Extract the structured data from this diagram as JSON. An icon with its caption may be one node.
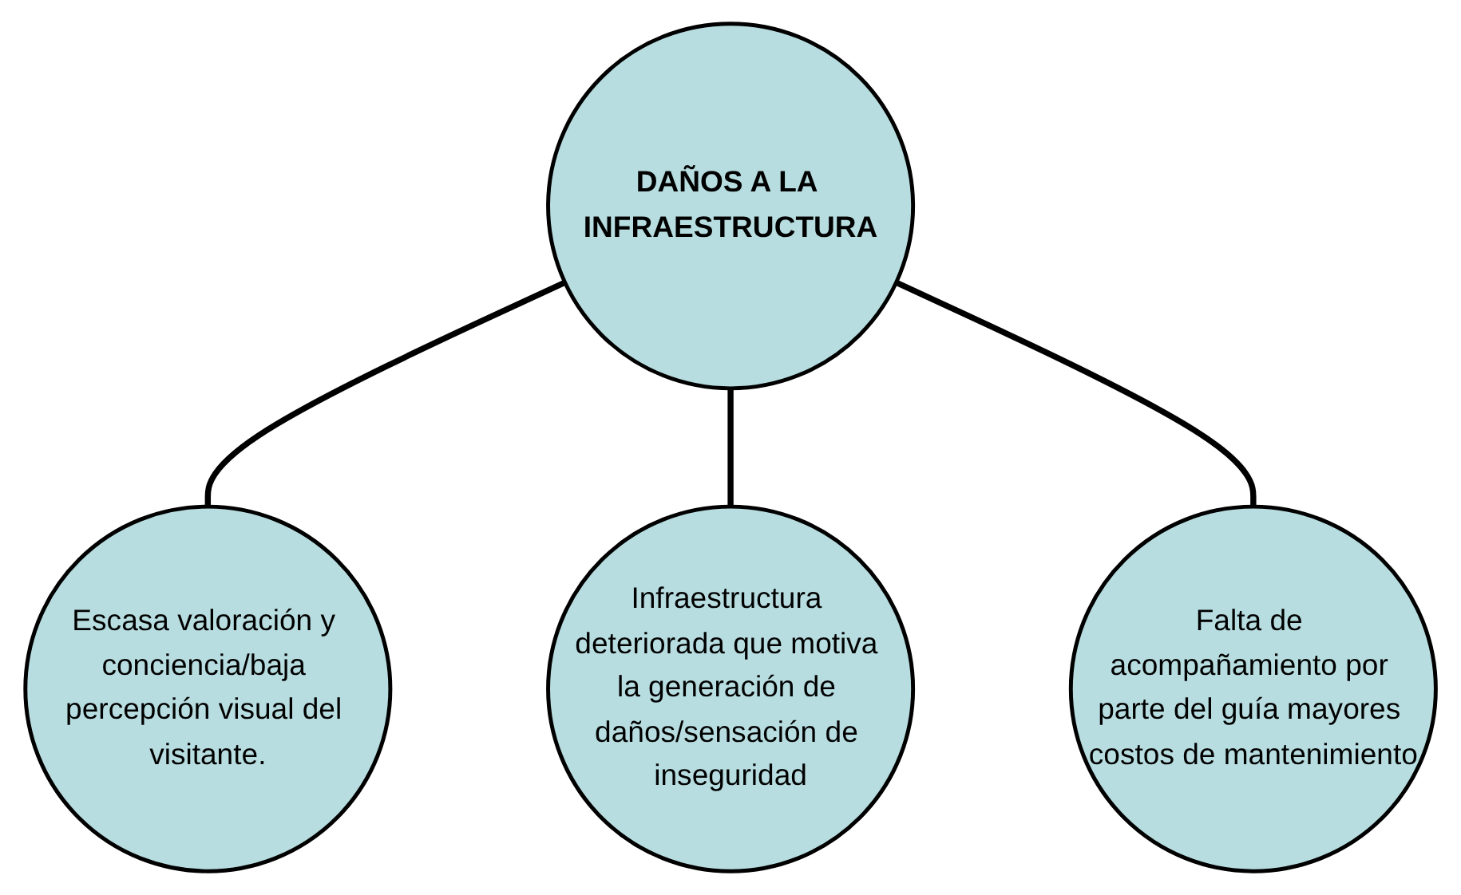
{
  "diagram": {
    "nodes": [
      {
        "text": [
          "Escasa valoración y conciencia/baja percepción visual del visitante."
        ]
      },
      {
        "text": [
          "DAÑOS A LA INFRAESTRUCTURA"
        ]
      },
      {
        "text": [
          "Infraestructura deteriorada que motiva la generación de daños/sensación de inseguridad"
        ]
      },
      {
        "text": [
          "Falta de acompañamiento por parte del guía mayores costos de mantenimiento"
        ]
      }
    ],
    "edges": [
      {
        "from": 1,
        "to": 0,
        "arrow": "none"
      },
      {
        "from": 1,
        "to": 2,
        "arrow": "none"
      },
      {
        "from": 1,
        "to": 3,
        "arrow": "none"
      }
    ]
  }
}
